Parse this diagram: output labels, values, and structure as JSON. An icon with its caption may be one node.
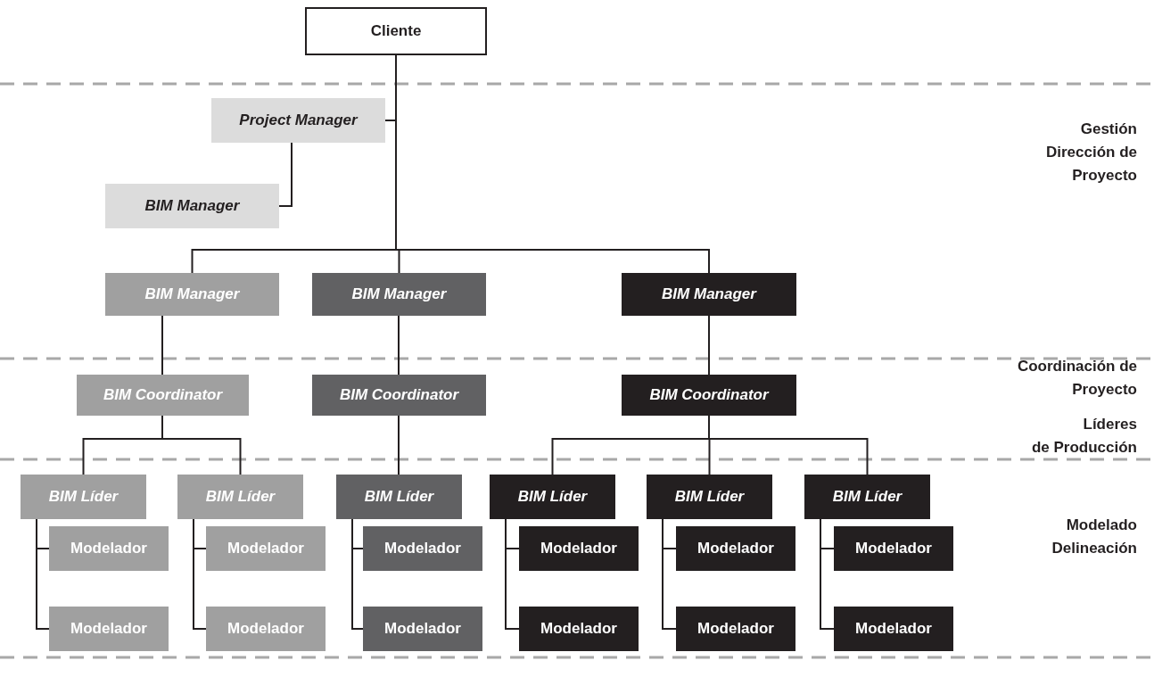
{
  "diagram": {
    "nodes": [
      {
        "text": [
          "Cliente"
        ]
      },
      {
        "text": [
          "Project Manager"
        ]
      },
      {
        "text": [
          "BIM Manager"
        ]
      },
      {
        "text": [
          "BIM Manager"
        ]
      },
      {
        "text": [
          "BIM Manager"
        ]
      },
      {
        "text": [
          "BIM Manager"
        ]
      },
      {
        "text": [
          "BIM Coordinator"
        ]
      },
      {
        "text": [
          "BIM Coordinator"
        ]
      },
      {
        "text": [
          "BIM Coordinator"
        ]
      },
      {
        "text": [
          "BIM Líder"
        ]
      },
      {
        "text": [
          "BIM Líder"
        ]
      },
      {
        "text": [
          "BIM Líder"
        ]
      },
      {
        "text": [
          "BIM Líder"
        ]
      },
      {
        "text": [
          "BIM Líder"
        ]
      },
      {
        "text": [
          "BIM Líder"
        ]
      },
      {
        "text": [
          "Modelador"
        ]
      },
      {
        "text": [
          "Modelador"
        ]
      },
      {
        "text": [
          "Modelador"
        ]
      },
      {
        "text": [
          "Modelador"
        ]
      },
      {
        "text": [
          "Modelador"
        ]
      },
      {
        "text": [
          "Modelador"
        ]
      },
      {
        "text": [
          "Modelador"
        ]
      },
      {
        "text": [
          "Modelador"
        ]
      },
      {
        "text": [
          "Modelador"
        ]
      },
      {
        "text": [
          "Modelador"
        ]
      },
      {
        "text": [
          "Modelador"
        ]
      },
      {
        "text": [
          "Modelador"
        ]
      }
    ],
    "edges": [
      {
        "from": 0,
        "to": 1,
        "arrow": "none"
      },
      {
        "from": 1,
        "to": 2,
        "arrow": "none"
      },
      {
        "from": 0,
        "to": 3,
        "arrow": "none"
      },
      {
        "from": 0,
        "to": 4,
        "arrow": "none"
      },
      {
        "from": 0,
        "to": 5,
        "arrow": "none"
      },
      {
        "from": 3,
        "to": 6,
        "arrow": "none"
      },
      {
        "from": 4,
        "to": 7,
        "arrow": "none"
      },
      {
        "from": 5,
        "to": 8,
        "arrow": "none"
      },
      {
        "from": 6,
        "to": 9,
        "arrow": "none"
      },
      {
        "from": 6,
        "to": 10,
        "arrow": "none"
      },
      {
        "from": 7,
        "to": 11,
        "arrow": "none"
      },
      {
        "from": 8,
        "to": 12,
        "arrow": "none"
      },
      {
        "from": 8,
        "to": 13,
        "arrow": "none"
      },
      {
        "from": 8,
        "to": 14,
        "arrow": "none"
      },
      {
        "from": 9,
        "to": 15,
        "arrow": "none"
      },
      {
        "from": 9,
        "to": 16,
        "arrow": "none"
      },
      {
        "from": 10,
        "to": 17,
        "arrow": "none"
      },
      {
        "from": 10,
        "to": 18,
        "arrow": "none"
      },
      {
        "from": 11,
        "to": 19,
        "arrow": "none"
      },
      {
        "from": 11,
        "to": 20,
        "arrow": "none"
      },
      {
        "from": 12,
        "to": 21,
        "arrow": "none"
      },
      {
        "from": 12,
        "to": 22,
        "arrow": "none"
      },
      {
        "from": 13,
        "to": 23,
        "arrow": "none"
      },
      {
        "from": 13,
        "to": 24,
        "arrow": "none"
      },
      {
        "from": 14,
        "to": 25,
        "arrow": "none"
      },
      {
        "from": 14,
        "to": 26,
        "arrow": "none"
      }
    ],
    "labels": [
      "Gestión",
      "Dirección de Proyecto",
      "Coordinación de Proyecto",
      "Líderes",
      "de Producción",
      "Modelado",
      "Delineación"
    ]
  }
}
